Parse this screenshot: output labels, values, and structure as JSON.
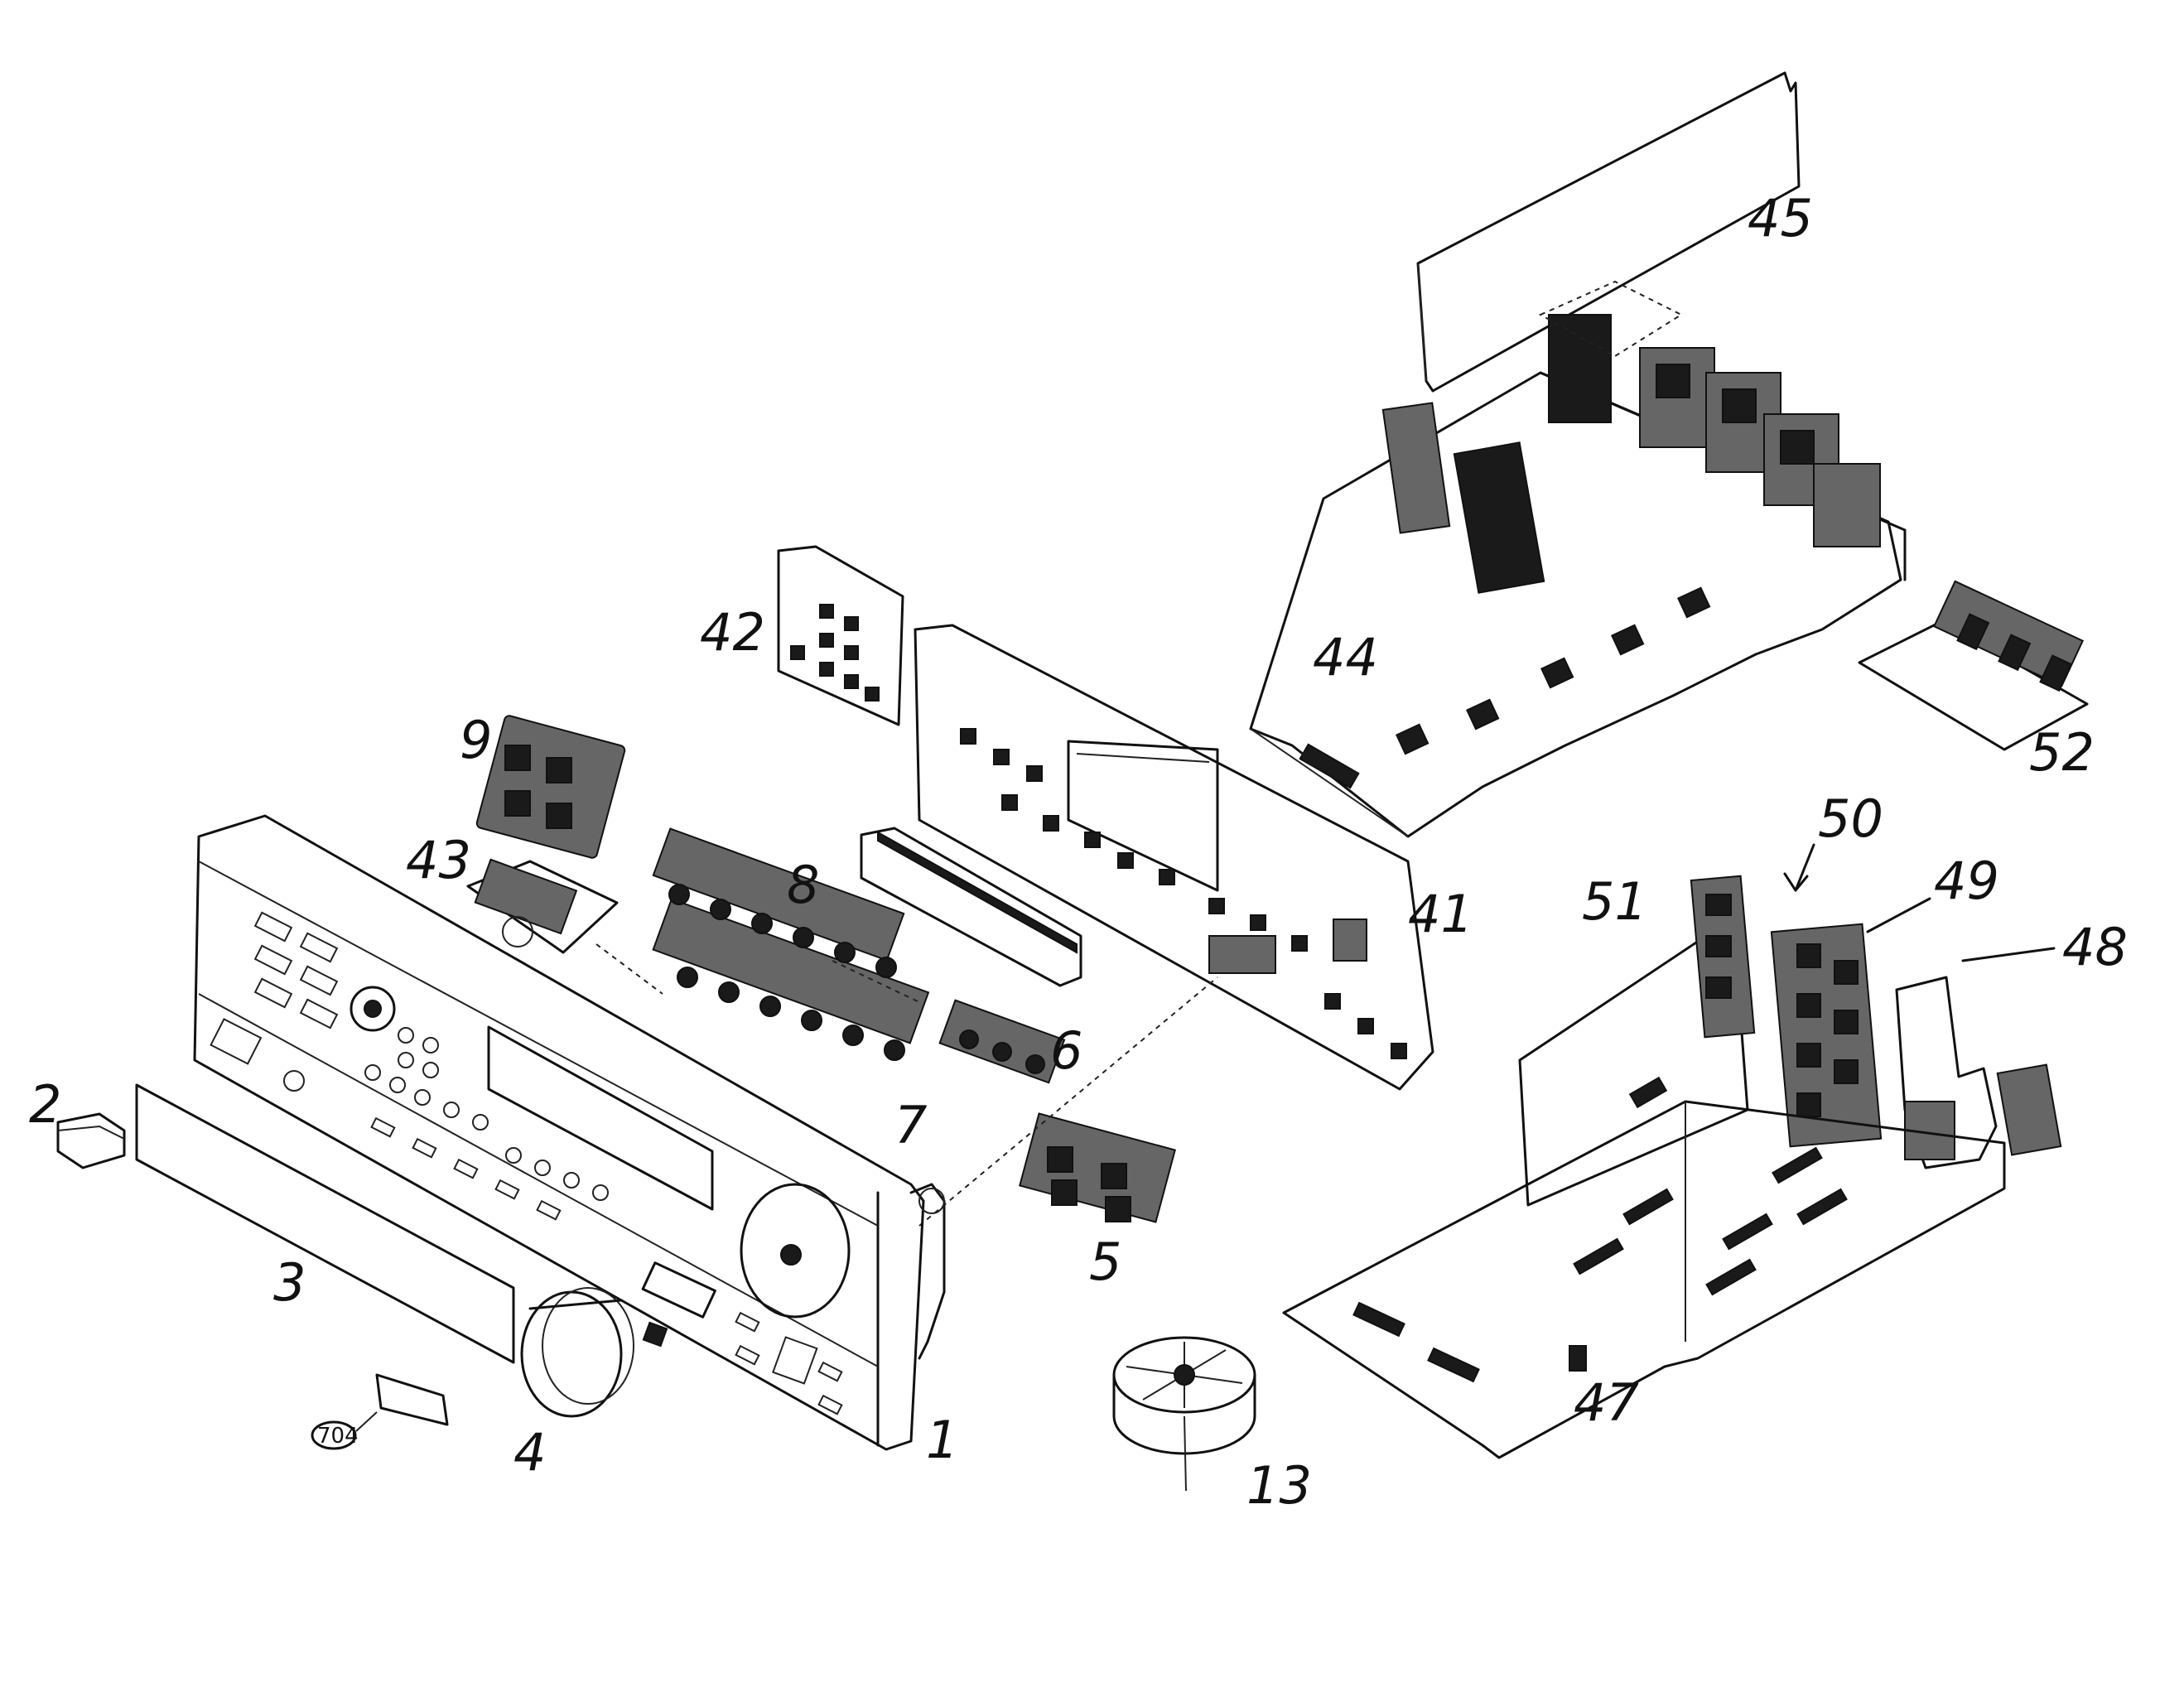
{
  "labels": {
    "p1": "1",
    "p2": "2",
    "p3": "3",
    "p4": "4",
    "p5": "5",
    "p6": "6",
    "p7": "7",
    "p8": "8",
    "p9": "9",
    "p13": "13",
    "p41": "41",
    "p42": "42",
    "p43": "43",
    "p44": "44",
    "p45": "45",
    "p47": "47",
    "p48": "48",
    "p49": "49",
    "p50": "50",
    "p51": "51",
    "p52": "52",
    "p704": "704"
  }
}
